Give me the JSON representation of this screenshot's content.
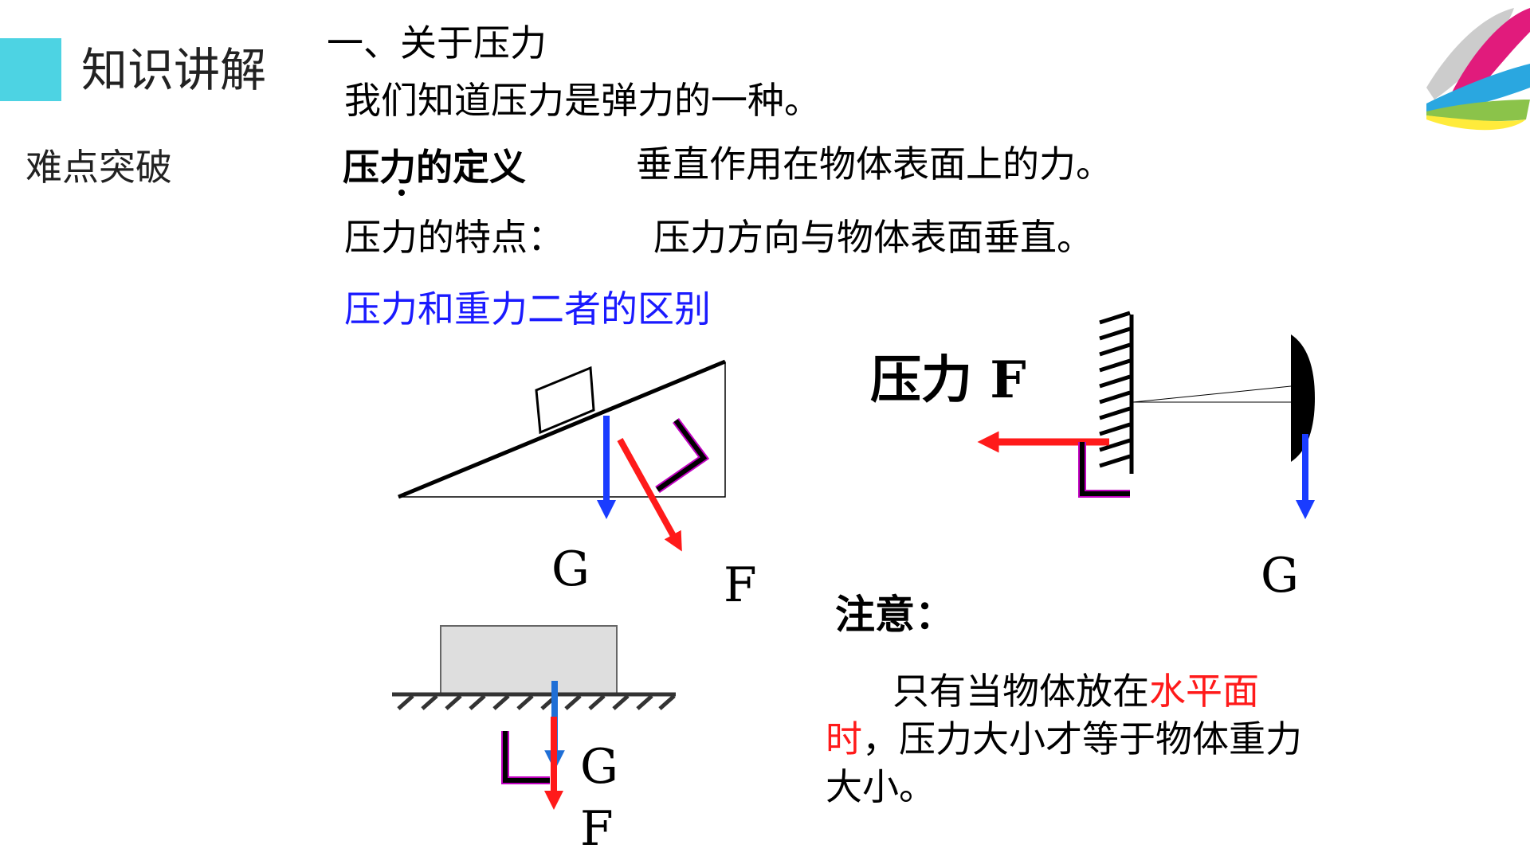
{
  "sidebar": {
    "section_title": "知识讲解",
    "side_label": "难点突破"
  },
  "content": {
    "heading": "一、关于压力",
    "intro": "我们知道压力是弹力的一种。",
    "definition_label": "压力的定义",
    "definition_text": "垂直作用在物体表面上的力。",
    "feature_label": "压力的特点：",
    "feature_text": "压力方向与物体表面垂直。",
    "difference_title": "压力和重力二者的区别"
  },
  "diagrams": {
    "incline": {
      "gravity_label": "G",
      "force_label": "F"
    },
    "wall": {
      "force_title": "压力 F",
      "gravity_label": "G"
    },
    "floor": {
      "gravity_label": "G",
      "force_label": "F"
    }
  },
  "notice": {
    "label": "注意：",
    "text_1": "只有当物体放在",
    "highlight_1": "水平面",
    "highlight_2": "时",
    "text_2": "，压力大小才等于物体重力大小。"
  },
  "colors": {
    "accent": "#4dd3e3",
    "gravity_arrow": "#1a3cff",
    "pressure_arrow": "#ff1a1a",
    "difference_title": "#1a1aff",
    "highlight": "#ff1a1a"
  }
}
